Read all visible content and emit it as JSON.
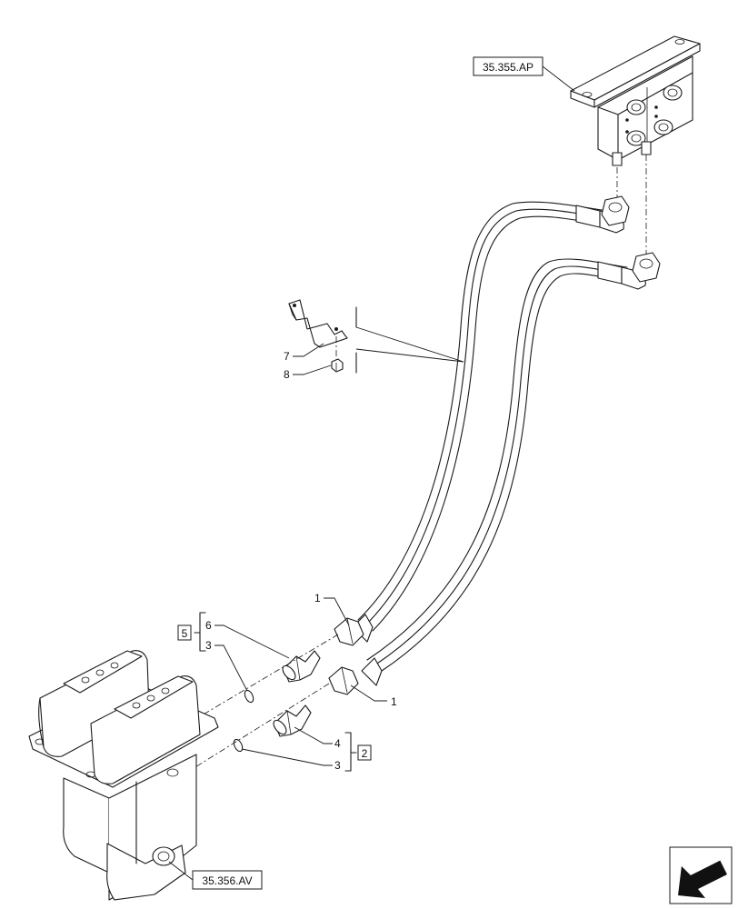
{
  "references": {
    "top_valve": "35.355.AP",
    "bottom_pedal": "35.356.AV"
  },
  "callouts": {
    "hose_upper": "1",
    "hose_lower": "1",
    "kit_upper_box": "5",
    "kit_upper_adapter": "6",
    "kit_upper_oring": "3",
    "kit_lower_box": "2",
    "kit_lower_adapter": "4",
    "kit_lower_oring": "3",
    "bracket": "7",
    "nut": "8"
  },
  "icons": {
    "nav_arrow": "arrow-down-left-icon"
  }
}
